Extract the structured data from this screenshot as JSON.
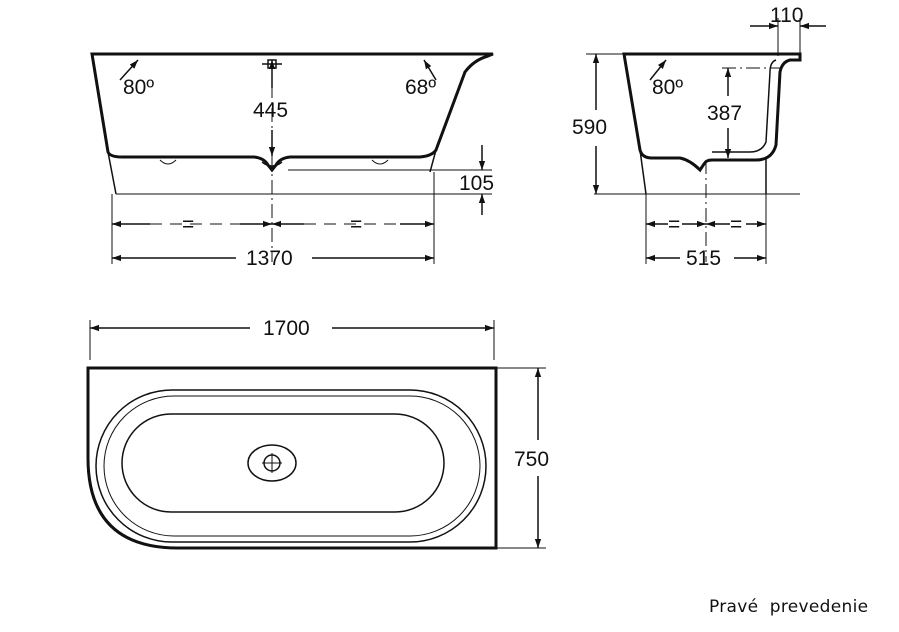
{
  "front_view": {
    "angle_left": "80º",
    "angle_right": "68º",
    "height_inner": "445",
    "width_bottom": "1370",
    "equal_left": "=",
    "equal_right": "=",
    "drain_height": "105"
  },
  "side_view": {
    "rim_width": "110",
    "total_height": "590",
    "angle": "80º",
    "inner_height": "387",
    "equal_left": "=",
    "equal_right": "=",
    "base_depth": "515"
  },
  "top_view": {
    "length": "1700",
    "width": "750"
  },
  "caption": "Pravé  prevedenie"
}
